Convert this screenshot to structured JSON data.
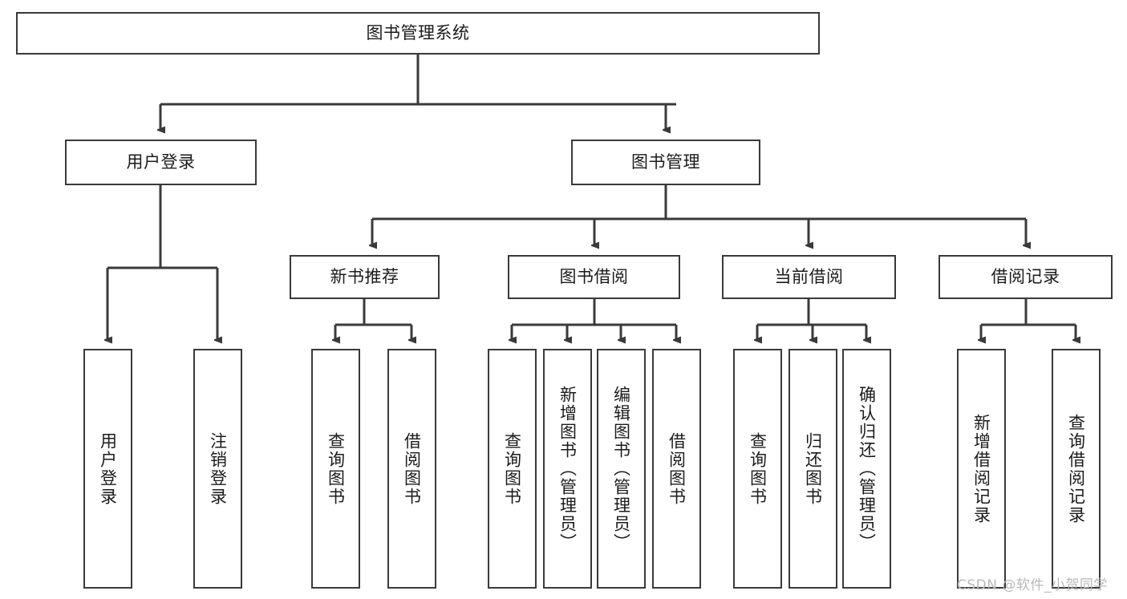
{
  "diagram": {
    "title": "图书管理系统",
    "type": "hierarchy-tree",
    "stroke_color": "#3a3a3a",
    "fill_color": "#ffffff",
    "text_color": "#1b1b1b"
  },
  "nodes": {
    "root": {
      "label": "图书管理系统"
    },
    "level2": [
      {
        "id": "user-login",
        "label": "用户登录"
      },
      {
        "id": "book-manage",
        "label": "图书管理"
      }
    ],
    "level3": [
      {
        "id": "new-book-recommend",
        "label": "新书推荐"
      },
      {
        "id": "book-borrow",
        "label": "图书借阅"
      },
      {
        "id": "current-borrow",
        "label": "当前借阅"
      },
      {
        "id": "borrow-record",
        "label": "借阅记录"
      }
    ],
    "leaves": {
      "user_login": [
        {
          "id": "leaf-user-login",
          "label": "用户登录"
        },
        {
          "id": "leaf-logout-login",
          "label": "注销登录"
        }
      ],
      "new_book_recommend": [
        {
          "id": "leaf-query-book-1",
          "label": "查询图书"
        },
        {
          "id": "leaf-borrow-book-1",
          "label": "借阅图书"
        }
      ],
      "book_borrow": [
        {
          "id": "leaf-query-book-2",
          "label": "查询图书"
        },
        {
          "id": "leaf-add-book",
          "label": "新增图书（管理员）"
        },
        {
          "id": "leaf-edit-book",
          "label": "编辑图书（管理员）"
        },
        {
          "id": "leaf-borrow-book-2",
          "label": "借阅图书"
        }
      ],
      "current_borrow": [
        {
          "id": "leaf-query-book-3",
          "label": "查询图书"
        },
        {
          "id": "leaf-return-book",
          "label": "归还图书"
        },
        {
          "id": "leaf-confirm-return",
          "label": "确认归还（管理员）"
        }
      ],
      "borrow_record": [
        {
          "id": "leaf-add-record",
          "label": "新增借阅记录"
        },
        {
          "id": "leaf-query-record",
          "label": "查询借阅记录"
        }
      ]
    }
  },
  "watermark": {
    "text": "CSDN @软件_小贺同学"
  }
}
